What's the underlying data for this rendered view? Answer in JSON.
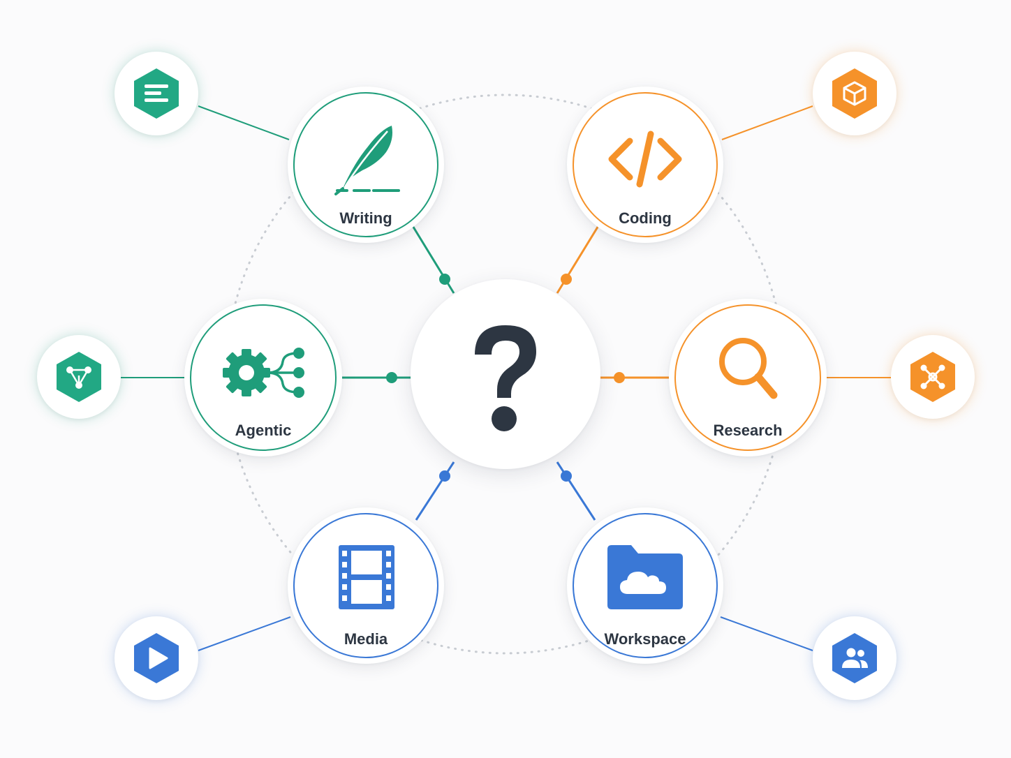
{
  "colors": {
    "green": "#1f9d7a",
    "orange": "#f5922a",
    "blue": "#3a78d6",
    "hub_mark": "#2d3642"
  },
  "hub": {
    "icon": "question-mark-icon"
  },
  "categories": [
    {
      "id": "writing",
      "label": "Writing",
      "icon": "quill-icon",
      "color": "green",
      "satellite_icon": "document-lines-icon"
    },
    {
      "id": "coding",
      "label": "Coding",
      "icon": "code-brackets-icon",
      "color": "orange",
      "satellite_icon": "cube-icon"
    },
    {
      "id": "agentic",
      "label": "Agentic",
      "icon": "gear-network-icon",
      "color": "green",
      "satellite_icon": "network-nodes-icon"
    },
    {
      "id": "research",
      "label": "Research",
      "icon": "magnifier-icon",
      "color": "orange",
      "satellite_icon": "hub-nodes-icon"
    },
    {
      "id": "media",
      "label": "Media",
      "icon": "film-strip-icon",
      "color": "blue",
      "satellite_icon": "play-icon"
    },
    {
      "id": "workspace",
      "label": "Workspace",
      "icon": "cloud-folder-icon",
      "color": "blue",
      "satellite_icon": "users-icon"
    }
  ]
}
